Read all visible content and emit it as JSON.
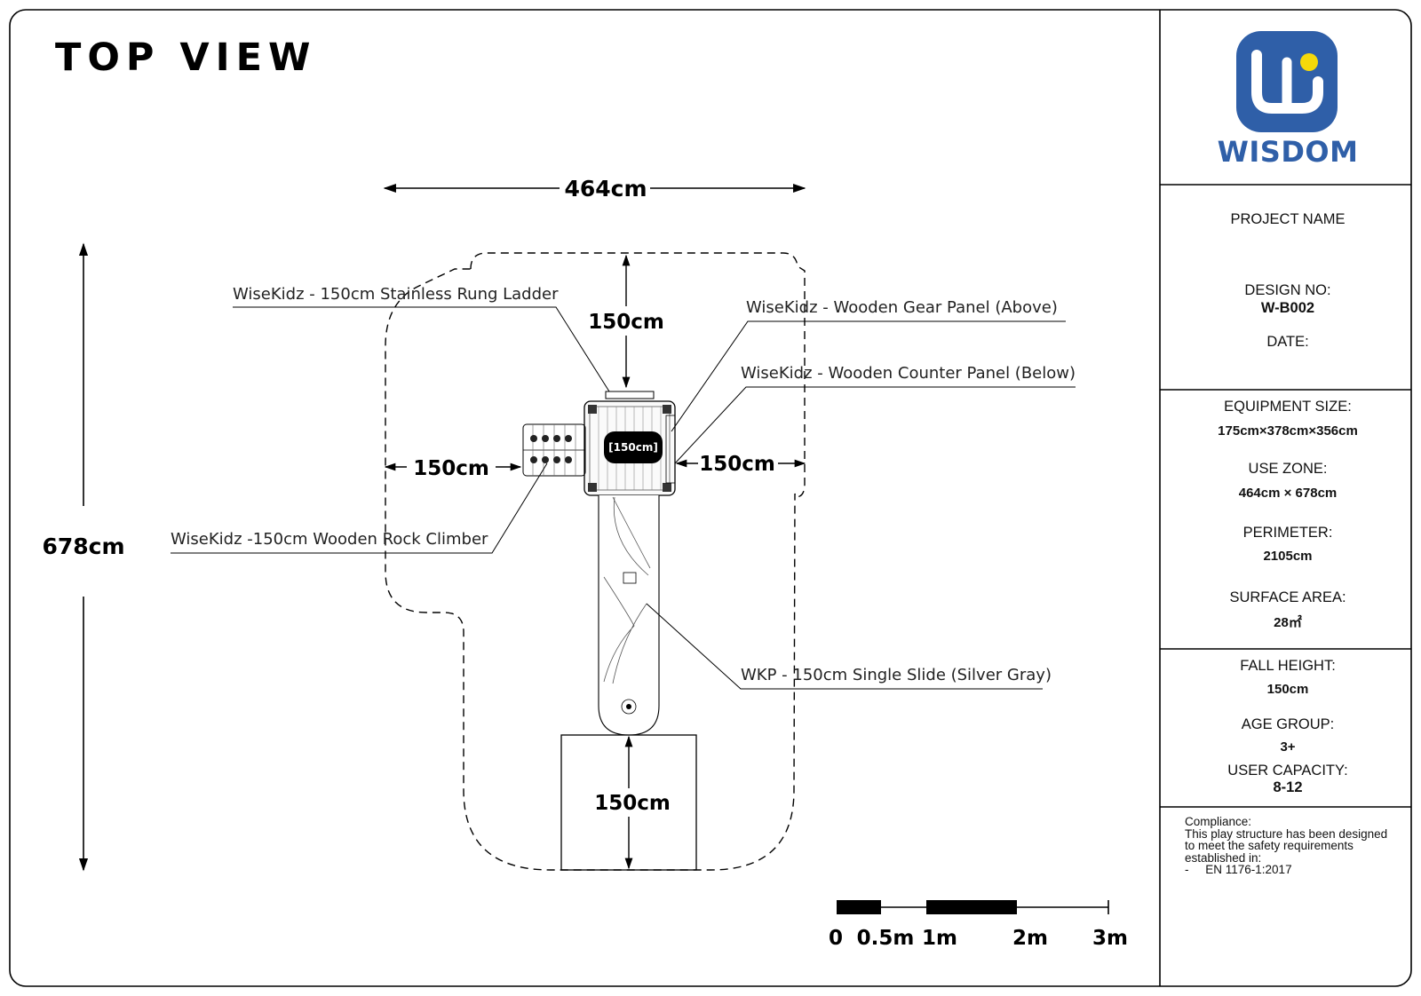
{
  "title": "TOP VIEW",
  "brand": {
    "name": "WISDOM",
    "logo_color": "#2f5fa8",
    "logo_dot_color": "#f5d90a"
  },
  "dimensions": {
    "use_zone_width": "464cm",
    "use_zone_height": "678cm",
    "clearance_top": "150cm",
    "clearance_left": "150cm",
    "clearance_right": "150cm",
    "clearance_slide_exit": "150cm",
    "platform_height": "[150cm]"
  },
  "callouts": {
    "ladder": "WiseKidz - 150cm Stainless Rung Ladder",
    "gear_panel": "WiseKidz - Wooden Gear Panel (Above)",
    "counter_panel": "WiseKidz - Wooden Counter Panel (Below)",
    "rock_climber": "WiseKidz -150cm Wooden Rock Climber",
    "slide": "WKP - 150cm Single Slide (Silver Gray)"
  },
  "scale_bar": {
    "labels": [
      "0",
      "0.5m",
      "1m",
      "2m",
      "3m"
    ]
  },
  "info_panel": {
    "project_name_label": "PROJECT NAME",
    "design_no_label": "DESIGN NO:",
    "design_no_value": "W-B002",
    "date_label": "DATE:",
    "equipment_size_label": "EQUIPMENT SIZE:",
    "equipment_size_value": "175cm×378cm×356cm",
    "use_zone_label": "USE ZONE:",
    "use_zone_value": "464cm × 678cm",
    "perimeter_label": "PERIMETER:",
    "perimeter_value": "2105cm",
    "surface_area_label": "SURFACE AREA:",
    "surface_area_value": "28㎡",
    "fall_height_label": "FALL HEIGHT:",
    "fall_height_value": "150cm",
    "age_group_label": "AGE GROUP:",
    "age_group_value": "3+",
    "user_capacity_label": "USER CAPACITY:",
    "user_capacity_value": "8-12",
    "compliance_lines": [
      "Compliance:",
      "This play structure has been designed",
      "to meet the safety requirements",
      "established in:",
      "-     EN 1176-1:2017"
    ]
  }
}
